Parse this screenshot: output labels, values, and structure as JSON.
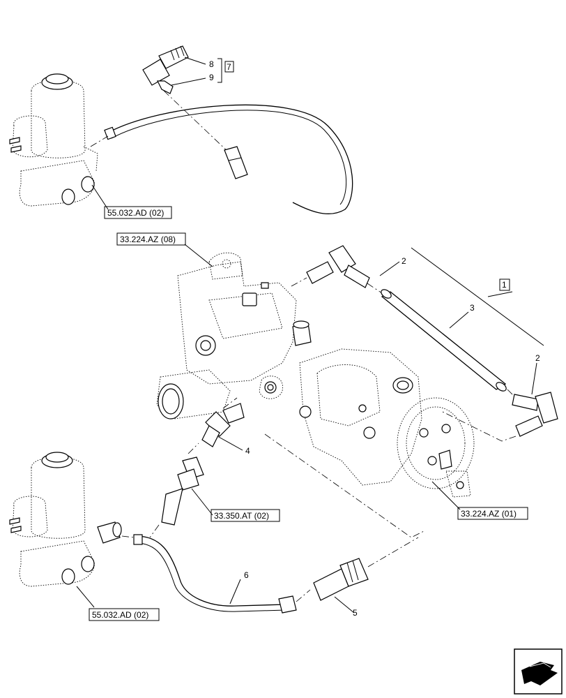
{
  "callouts": {
    "c8": "8",
    "c9": "9",
    "c7": "7",
    "c2a": "2",
    "c1": "1",
    "c3": "3",
    "c2b": "2",
    "c4": "4",
    "c6": "6",
    "c5": "5"
  },
  "refs": {
    "valve_top": "55.032.AD (02)",
    "valve_bottom": "55.032.AD (02)",
    "block": "33.224.AZ (08)",
    "pump": "33.224.AZ (01)",
    "sensor": "33.350.AT (02)"
  },
  "nav": {
    "icon": "arrow-icon"
  }
}
